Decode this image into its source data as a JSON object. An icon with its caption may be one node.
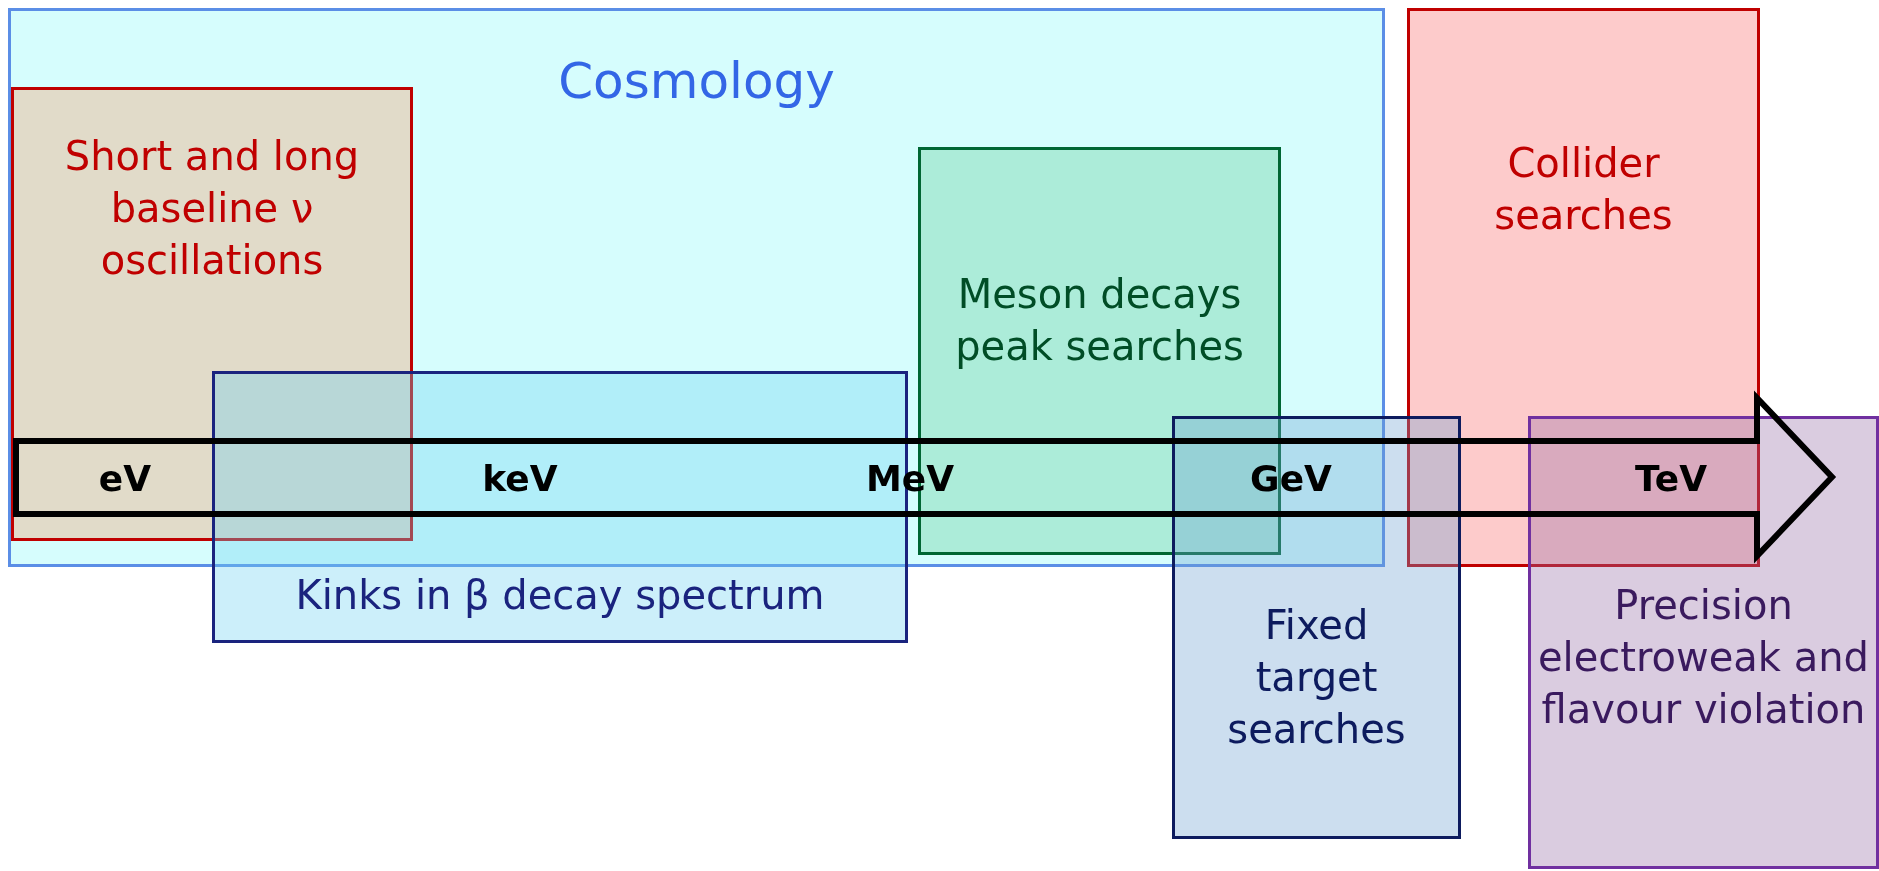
{
  "diagram": {
    "nodes": [
      {
        "text": [
          "Cosmology"
        ]
      },
      {
        "text": [
          "Short and long baseline ν oscillations"
        ],
        "in": 0
      },
      {
        "text": [
          "Kinks in β decay spectrum"
        ]
      },
      {
        "text": [
          "Meson decays peak searches"
        ],
        "in": 0
      },
      {
        "text": [
          "Collider searches"
        ]
      },
      {
        "text": [
          "Fixed target searches"
        ]
      },
      {
        "text": [
          "Precision electroweak and flavour violation"
        ]
      }
    ],
    "labels": [
      "eV",
      "keV",
      "MeV",
      "GeV",
      "TeV"
    ]
  }
}
